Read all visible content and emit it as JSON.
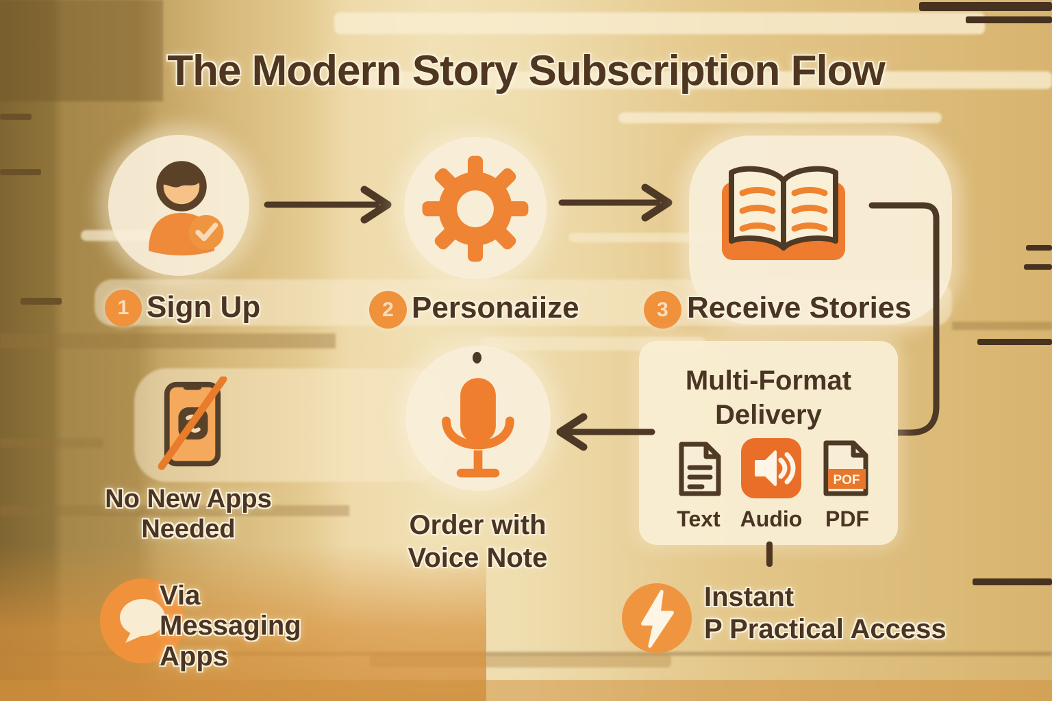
{
  "title": "The Modern Story Subscription Flow",
  "steps": [
    {
      "number": "1",
      "label": "Sign Up",
      "icon": "user-signup-icon"
    },
    {
      "number": "2",
      "label": "Personaiize",
      "icon": "gear-icon"
    },
    {
      "number": "3",
      "label": "Receive Stories",
      "icon": "open-book-icon"
    }
  ],
  "delivery_card": {
    "title_line1": "Multi-Format",
    "title_line2": "Delivery",
    "formats": [
      {
        "label": "Text",
        "icon": "text-document-icon"
      },
      {
        "label": "Audio",
        "icon": "audio-speaker-icon"
      },
      {
        "label": "PDF",
        "icon": "pdf-file-icon",
        "badge_text": "POF"
      }
    ]
  },
  "voice_step": {
    "line1": "Order with",
    "line2": "Voice Note",
    "icon": "microphone-icon"
  },
  "no_apps": {
    "line1": "No New Apps",
    "line2": "Needed",
    "icon": "phone-crossed-icon"
  },
  "messaging": {
    "line1": "Via",
    "line2": "Messaging",
    "line3": "Apps",
    "icon": "chat-bubble-icon"
  },
  "instant": {
    "line1": "Instant",
    "line2": "P Practical Access",
    "icon": "lightning-icon"
  },
  "colors": {
    "accent_orange": "#ee8434",
    "deep_orange": "#e8762b",
    "dark_brown": "#4a3423",
    "arrow_brown": "#4e3826",
    "cream": "#f8edd4"
  }
}
